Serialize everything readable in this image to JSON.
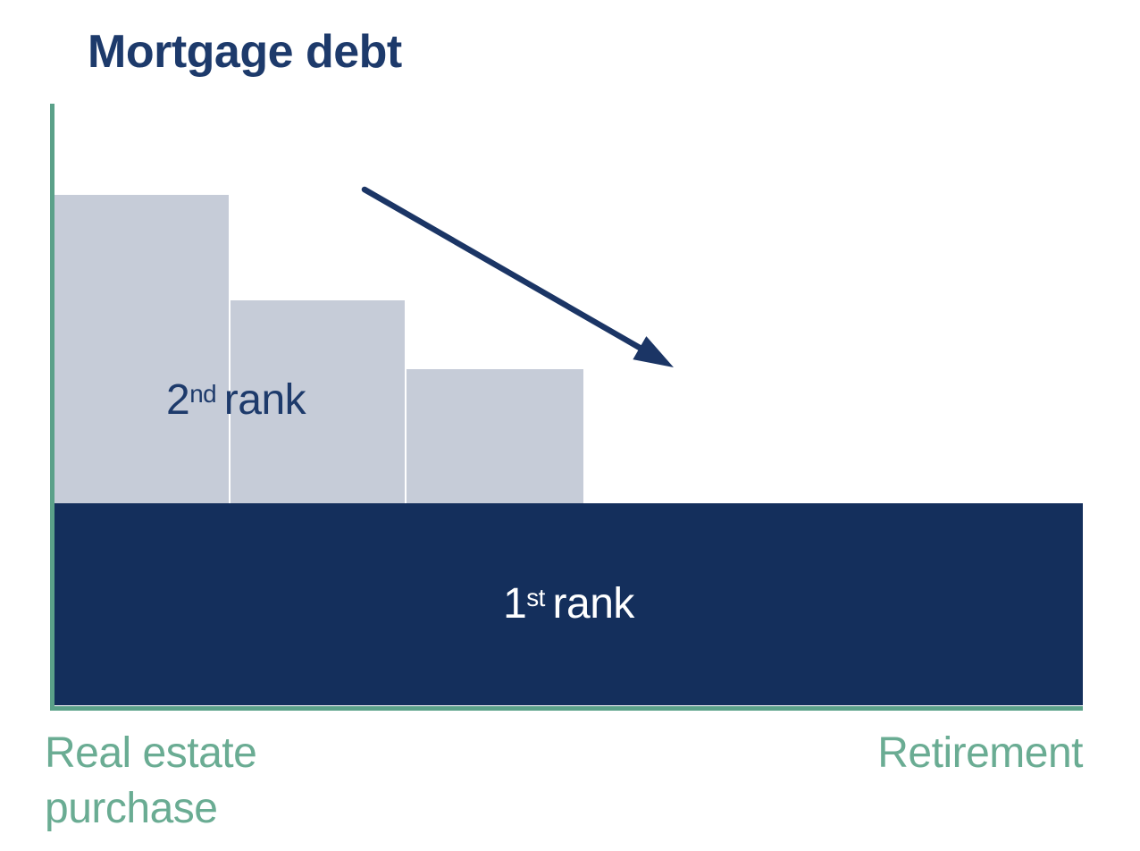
{
  "title": "Mortgage debt",
  "labels": {
    "second_rank": {
      "number": "2",
      "suffix": "nd",
      "word": "rank"
    },
    "first_rank": {
      "number": "1",
      "suffix": "st",
      "word": "rank"
    },
    "x_start": "Real estate purchase",
    "x_end": "Retirement"
  },
  "colors": {
    "navy-bar": "#142f5c",
    "navy-text": "#1d3a6b",
    "arrow-navy": "#1b3565",
    "step-gray": "#c6ccd8",
    "axis-green": "#5ba189",
    "label-green": "#6aac93"
  },
  "chart_data": {
    "type": "area",
    "subtype": "conceptual-step-diagram",
    "title": "Mortgage debt",
    "xlabel_start": "Real estate purchase",
    "xlabel_end": "Retirement",
    "ylabel": "",
    "grid": false,
    "legend": "none",
    "axis_color": "#5ba189",
    "series": [
      {
        "name": "1st rank",
        "color": "#142f5c",
        "description_from_pixels": "constant band across full timeline",
        "x_frac_range": [
          0.0,
          1.0
        ],
        "height_frac_of_initial_total_debt": 0.4
      },
      {
        "name": "2nd rank",
        "color": "#c6ccd8",
        "description_from_pixels": "amortizing in three descending steps, repaid by ~52% of timeline",
        "steps": [
          {
            "x_frac_range": [
              0.0,
              0.17
            ],
            "total_debt_top_frac": 1.0
          },
          {
            "x_frac_range": [
              0.17,
              0.34
            ],
            "total_debt_top_frac": 0.79
          },
          {
            "x_frac_range": [
              0.34,
              0.52
            ],
            "total_debt_top_frac": 0.66
          }
        ]
      }
    ],
    "annotations": [
      {
        "type": "arrow",
        "direction": "down-right",
        "color": "#1b3565",
        "x_frac_range": [
          0.3,
          0.6
        ],
        "depicts": "declining mortgage debt over time"
      }
    ]
  }
}
